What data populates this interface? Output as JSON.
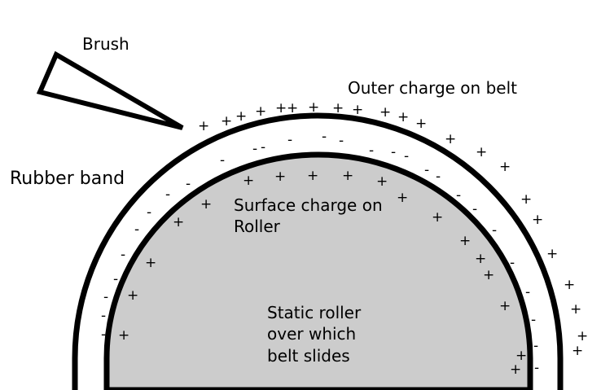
{
  "labels": {
    "brush": "Brush",
    "outer_charge": "Outer charge on belt",
    "rubber_band": "Rubber band",
    "surface_line1": "Surface charge on",
    "surface_line2": "Roller",
    "roller_line1": "Static roller",
    "roller_line2": "over which",
    "roller_line3": "belt slides"
  },
  "signs": {
    "plus": "+",
    "minus": "-"
  },
  "colors": {
    "roller_fill": "#cccccc",
    "stroke": "#000000",
    "background": "#ffffff"
  }
}
